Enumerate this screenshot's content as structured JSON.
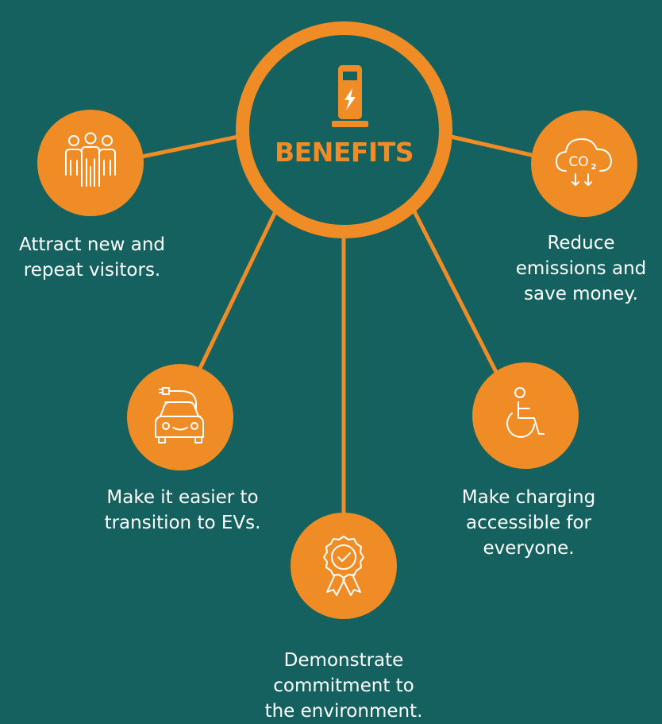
{
  "colors": {
    "background": "#15615F",
    "accent": "#F08C26",
    "icon_stroke": "#FFFFFF"
  },
  "hub": {
    "title": "BENEFITS",
    "icon": "ev-charging-station-icon"
  },
  "benefits": [
    {
      "id": "visitors",
      "icon": "group-of-people-icon",
      "label": "Attract new and\nrepeat visitors."
    },
    {
      "id": "emissions",
      "icon": "co2-cloud-icon",
      "label": "Reduce\nemissions and\nsave money."
    },
    {
      "id": "transition",
      "icon": "electric-car-plug-icon",
      "label": "Make it easier to\ntransition to EVs."
    },
    {
      "id": "accessible",
      "icon": "wheelchair-icon",
      "label": "Make charging\naccessible for\neveryone."
    },
    {
      "id": "commitment",
      "icon": "award-ribbon-icon",
      "label": "Demonstrate\ncommitment to\nthe environment."
    }
  ]
}
